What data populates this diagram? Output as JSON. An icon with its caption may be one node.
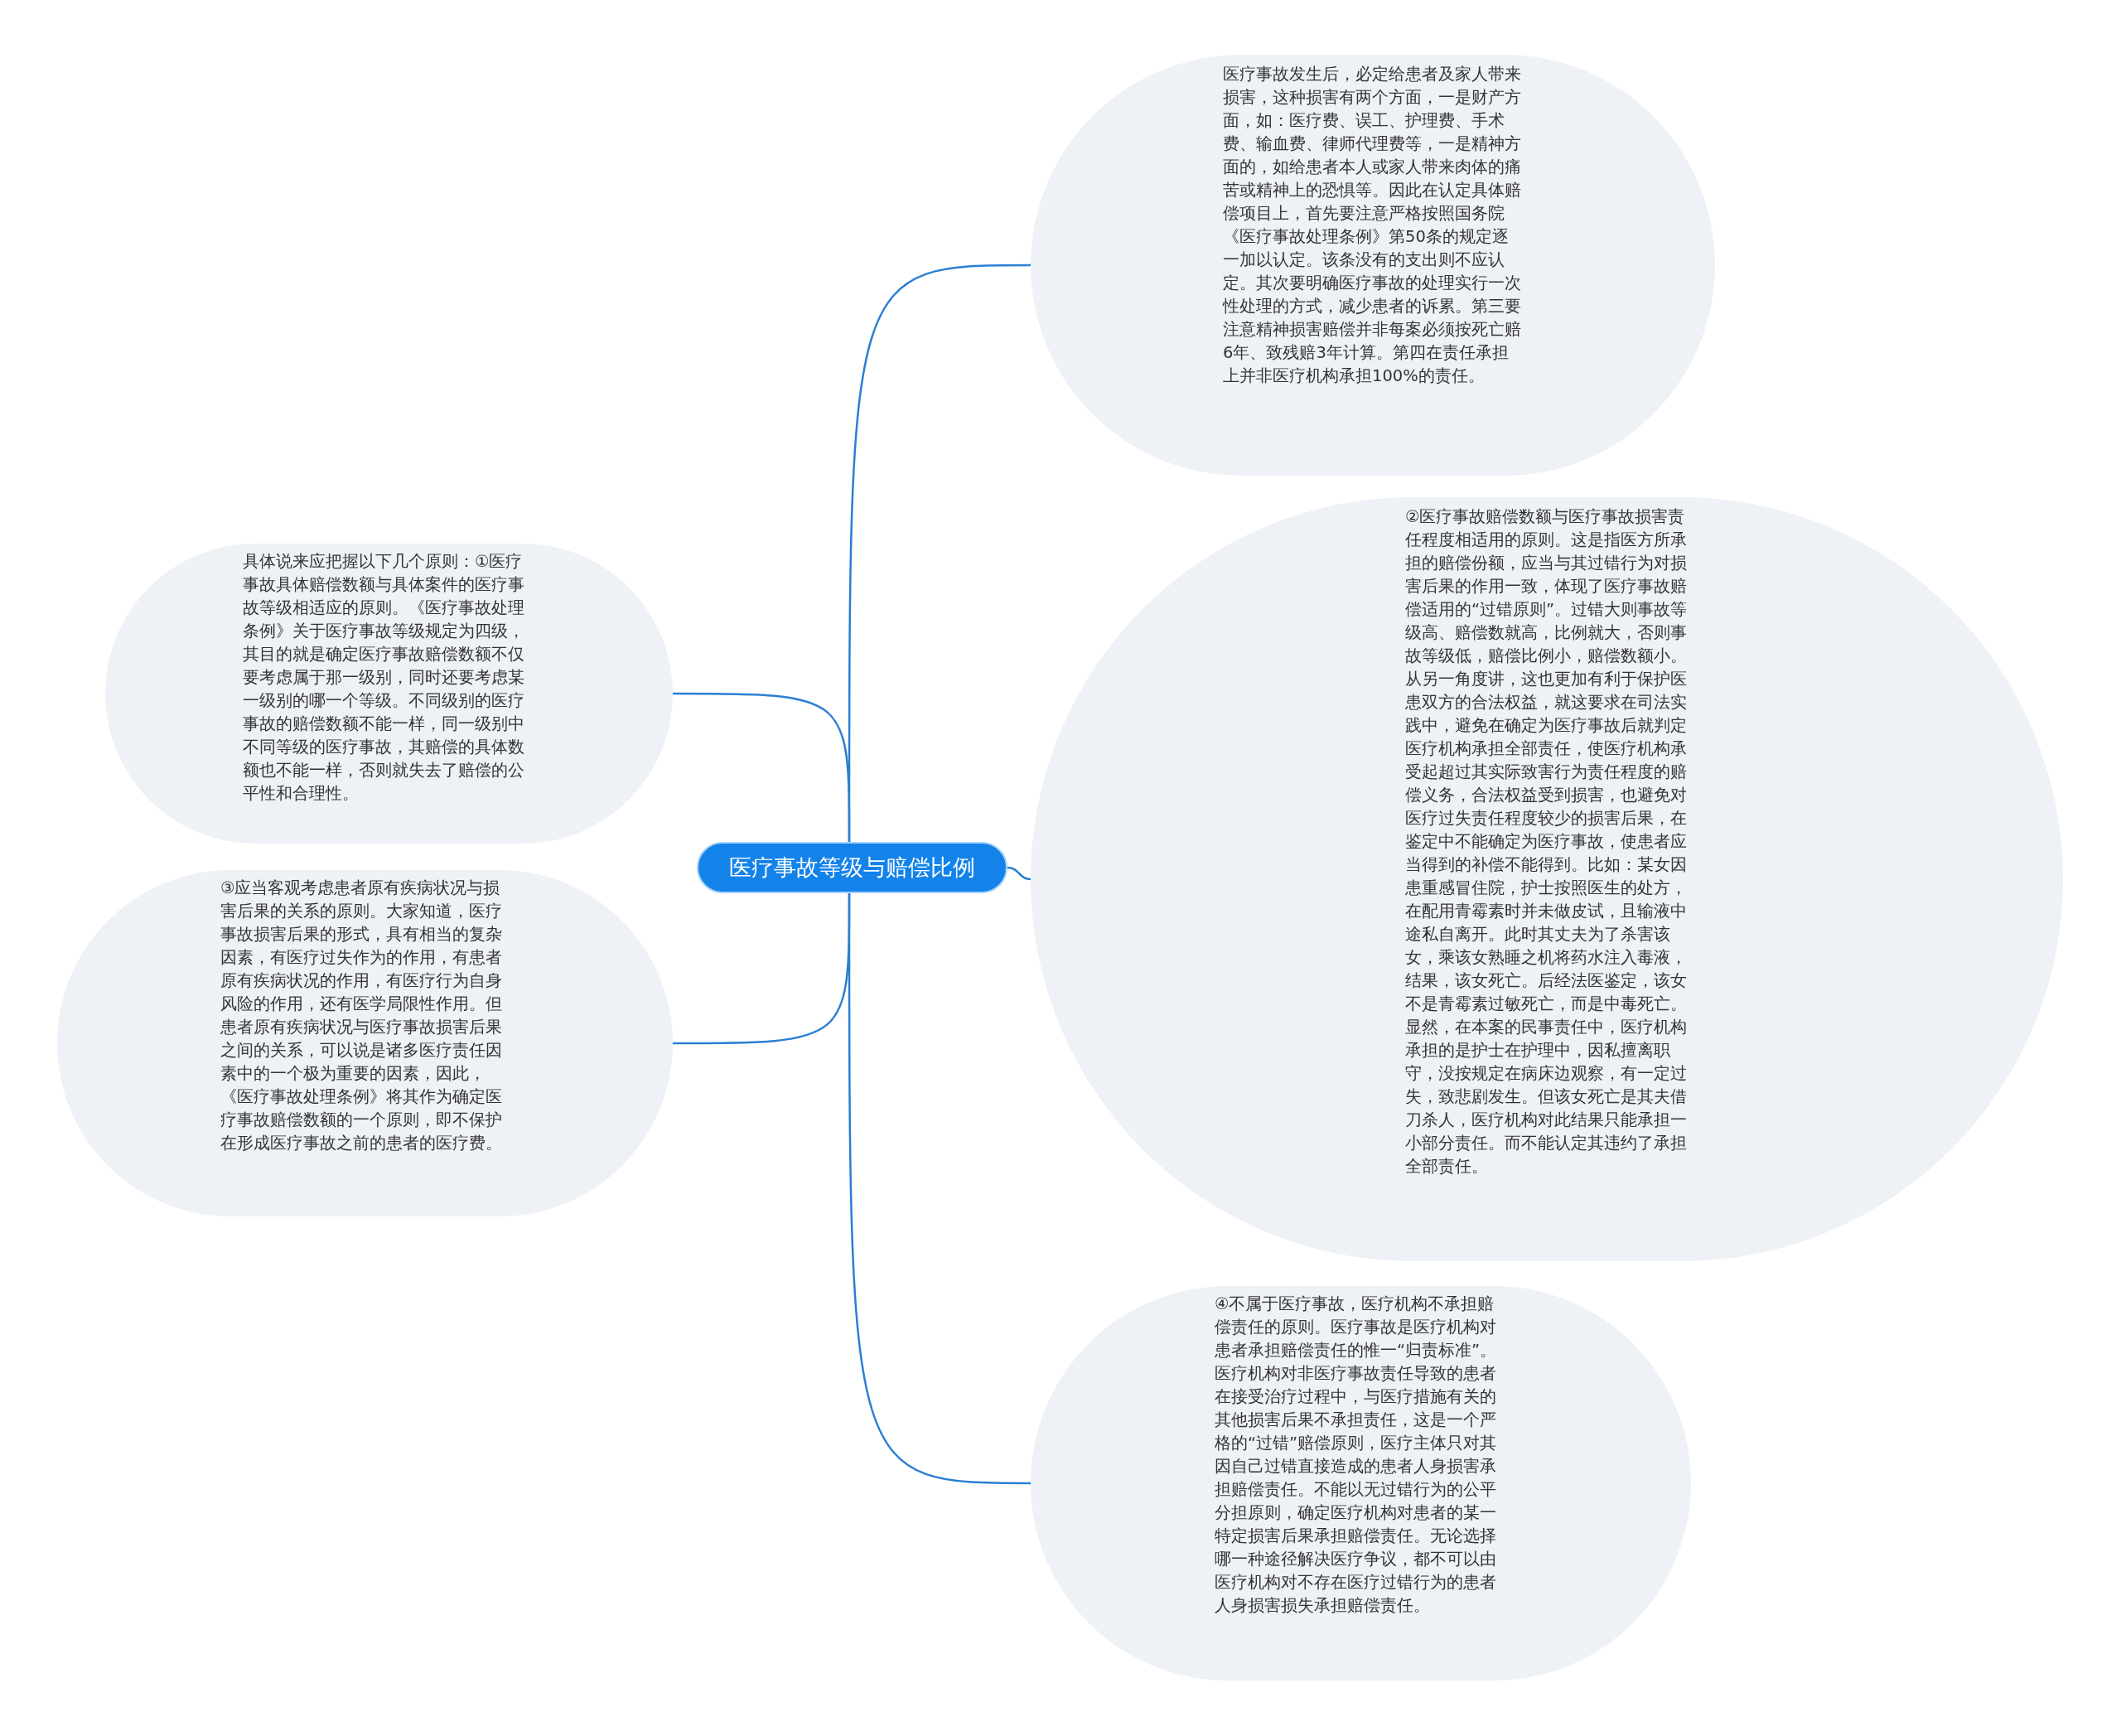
{
  "diagram": {
    "nodes": [
      {
        "text": [
          "医疗事故等级与赔偿比例"
        ]
      },
      {
        "text": [
          "医疗事故发生后，必定给患者及家人带来损害，这种损害有两个方面，一是财产方面，如：医疗费、误工、护理费、手术费、输血费、律师代理费等，一是精神方面的，如给患者本人或家人带来肉体的痛苦或精神上的恐惧等。因此在认定具体赔偿项目上，首先要注意严格按照国务院《医疗事故处理条例》第50条的规定逐一加以认定。该条没有的支出则不应认定。其次要明确医疗事故的处理实行一次性处理的方式，减少患者的诉累。第三要注意精神损害赔偿并非每案必须按死亡赔6年、致残赔3年计算。第四在责任承担上并非医疗机构承担100%的责任。"
        ]
      },
      {
        "text": [
          "②医疗事故赔偿数额与医疗事故损害责任程度相适用的原则。这是指医方所承担的赔偿份额，应当与其过错行为对损害后果的作用一致，体现了医疗事故赔偿适用的“过错原则”。过错大则事故等级高、赔偿数就高，比例就大，否则事故等级低，赔偿比例小，赔偿数额小。从另一角度讲，这也更加有利于保护医患双方的合法权益，就这要求在司法实践中，避免在确定为医疗事故后就判定医疗机构承担全部责任，使医疗机构承受起超过其实际致害行为责任程度的赔偿义务，合法权益受到损害，也避免对医疗过失责任程度较少的损害后果，在鉴定中不能确定为医疗事故，使患者应当得到的补偿不能得到。比如：某女因患重感冒住院，护士按照医生的处方，在配用青霉素时并未做皮试，且输液中途私自离开。此时其丈夫为了杀害该女，乘该女熟睡之机将药水注入毒液，结果，该女死亡。后经法医鉴定，该女不是青霉素过敏死亡，而是中毒死亡。显然，在本案的民事责任中，医疗机构承担的是护士在护理中，因私擅离职守，没按规定在病床边观察，有一定过失，致悲剧发生。但该女死亡是其夫借刀杀人，医疗机构对此结果只能承担一小部分责任。而不能认定其违约了承担全部责任。"
        ]
      },
      {
        "text": [
          "④不属于医疗事故，医疗机构不承担赔偿责任的原则。医疗事故是医疗机构对患者承担赔偿责任的惟一“归责标准”。医疗机构对非医疗事故责任导致的患者在接受治疗过程中，与医疗措施有关的其他损害后果不承担责任，这是一个严格的“过错”赔偿原则，医疗主体只对其因自己过错直接造成的患者人身损害承担赔偿责任。不能以无过错行为的公平分担原则，确定医疗机构对患者的某一特定损害后果承担赔偿责任。无论选择哪一种途径解决医疗争议，都不可以由医疗机构对不存在医疗过错行为的患者人身损害损失承担赔偿责任。"
        ]
      },
      {
        "text": [
          "具体说来应把握以下几个原则：①医疗事故具体赔偿数额与具体案件的医疗事故等级相适应的原则。《医疗事故处理条例》关于医疗事故等级规定为四级，其目的就是确定医疗事故赔偿数额不仅要考虑属于那一级别，同时还要考虑某一级别的哪一个等级。不同级别的医疗事故的赔偿数额不能一样，同一级别中不同等级的医疗事故，其赔偿的具体数额也不能一样，否则就失去了赔偿的公平性和合理性。"
        ]
      },
      {
        "text": [
          "③应当客观考虑患者原有疾病状况与损害后果的关系的原则。大家知道，医疗事故损害后果的形式，具有相当的复杂因素，有医疗过失作为的作用，有患者原有疾病状况的作用，有医疗行为自身风险的作用，还有医学局限性作用。但患者原有疾病状况与医疗事故损害后果之间的关系，可以说是诸多医疗责任因素中的一个极为重要的因素，因此，《医疗事故处理条例》将其作为确定医疗事故赔偿数额的一个原则，即不保护在形成医疗事故之前的患者的医疗费。"
        ]
      }
    ],
    "edges": [
      {
        "from": 0,
        "to": 1,
        "arrow": "none"
      },
      {
        "from": 0,
        "to": 2,
        "arrow": "none"
      },
      {
        "from": 0,
        "to": 3,
        "arrow": "none"
      },
      {
        "from": 0,
        "to": 4,
        "arrow": "none"
      },
      {
        "from": 0,
        "to": 5,
        "arrow": "none"
      }
    ]
  }
}
